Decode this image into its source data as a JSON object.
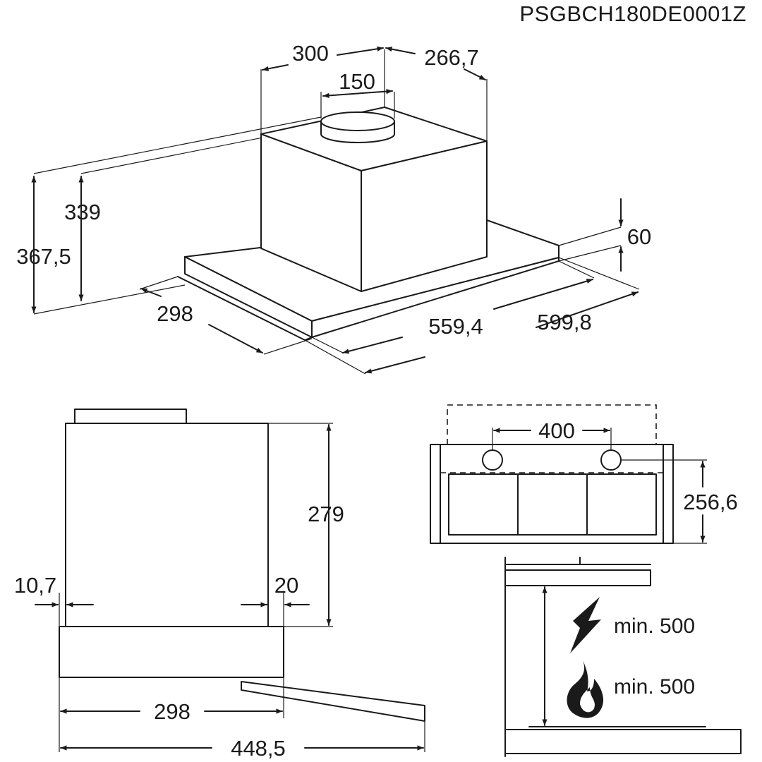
{
  "document": {
    "code": "PSGBCH180DE0001Z"
  },
  "iso_view": {
    "dims": {
      "width_top": "300",
      "depth_top": "266,7",
      "outlet": "150",
      "height_body": "339",
      "height_total": "367,5",
      "panel": "60",
      "depth": "298",
      "width_inner": "559,4",
      "width_outer": "599,8"
    }
  },
  "side_view": {
    "dims": {
      "height": "279",
      "offset_left": "10,7",
      "offset_right": "20",
      "depth": "298",
      "depth_extended": "448,5"
    }
  },
  "rear_view": {
    "dims": {
      "hole_spacing": "400",
      "hole_height": "256,6"
    }
  },
  "clearance": {
    "electric_label": "min. 500",
    "gas_label": "min. 500",
    "icons": [
      "lightning-icon",
      "flame-icon"
    ]
  }
}
